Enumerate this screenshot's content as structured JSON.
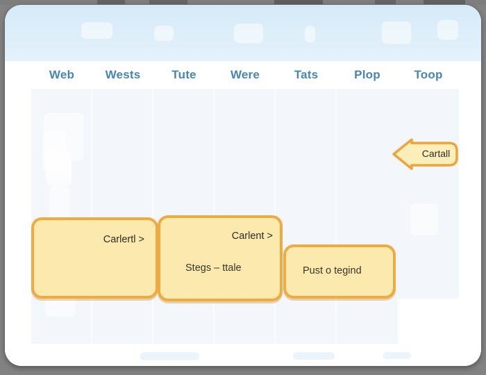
{
  "colors": {
    "backdrop": "#828282",
    "banner_bg": "#d6eaf8",
    "nav_text": "#4686b4",
    "grid_bg": "#f3f6fa",
    "callout_fill": "#fbe9ad",
    "callout_border": "#eeab42",
    "callout_text": "#3a352c"
  },
  "nav": {
    "items": [
      {
        "label": "Web"
      },
      {
        "label": "Wests"
      },
      {
        "label": "Tute"
      },
      {
        "label": "Were"
      },
      {
        "label": "Tats"
      },
      {
        "label": "Plop"
      },
      {
        "label": "Toop"
      }
    ]
  },
  "callouts": {
    "arrow_label": "Cartall",
    "box1_link": "Carlertl >",
    "box2_link": "Carlent >",
    "box2_text": "Stegs – ttale",
    "box3_text": "Pust o tegind"
  }
}
